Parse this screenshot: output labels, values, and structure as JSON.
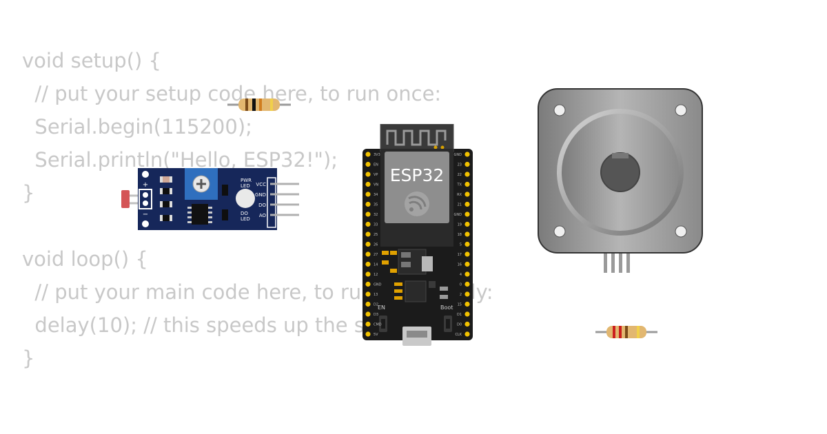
{
  "code_lines": [
    "void setup() {",
    "  // put your setup code here, to run once:",
    "  Serial.begin(115200);",
    "  Serial.println(\"Hello, ESP32!\");",
    "}",
    "",
    "void loop() {",
    "  // put your main code here, to run repeatedly:",
    "  delay(10); // this speeds up the simulation",
    "}"
  ],
  "ldr_module": {
    "plus": "+",
    "minus": "−",
    "pwr_led": [
      "PWR",
      "LED"
    ],
    "do_led": [
      "DO",
      "LED"
    ],
    "pins": [
      "VCC",
      "GND",
      "DO",
      "AO"
    ]
  },
  "esp32": {
    "chip_label": "ESP32",
    "button_en": "EN",
    "button_boot": "Boot",
    "left_pins": [
      "3V3",
      "EN",
      "VP",
      "VN",
      "34",
      "35",
      "32",
      "33",
      "25",
      "26",
      "27",
      "14",
      "12",
      "GND",
      "13",
      "D2",
      "D3",
      "CMD",
      "5V"
    ],
    "right_pins": [
      "GND",
      "23",
      "22",
      "TX",
      "RX",
      "21",
      "GND",
      "19",
      "18",
      "5",
      "17",
      "16",
      "4",
      "0",
      "2",
      "15",
      "D1",
      "D0",
      "CLK"
    ]
  },
  "colors": {
    "code_text": "#c8c8c8",
    "board_blue": "#16275a",
    "esp_board": "#1b1b1b",
    "pin_gold": "#f2c200",
    "stepper_body": "#a8a8a8"
  }
}
